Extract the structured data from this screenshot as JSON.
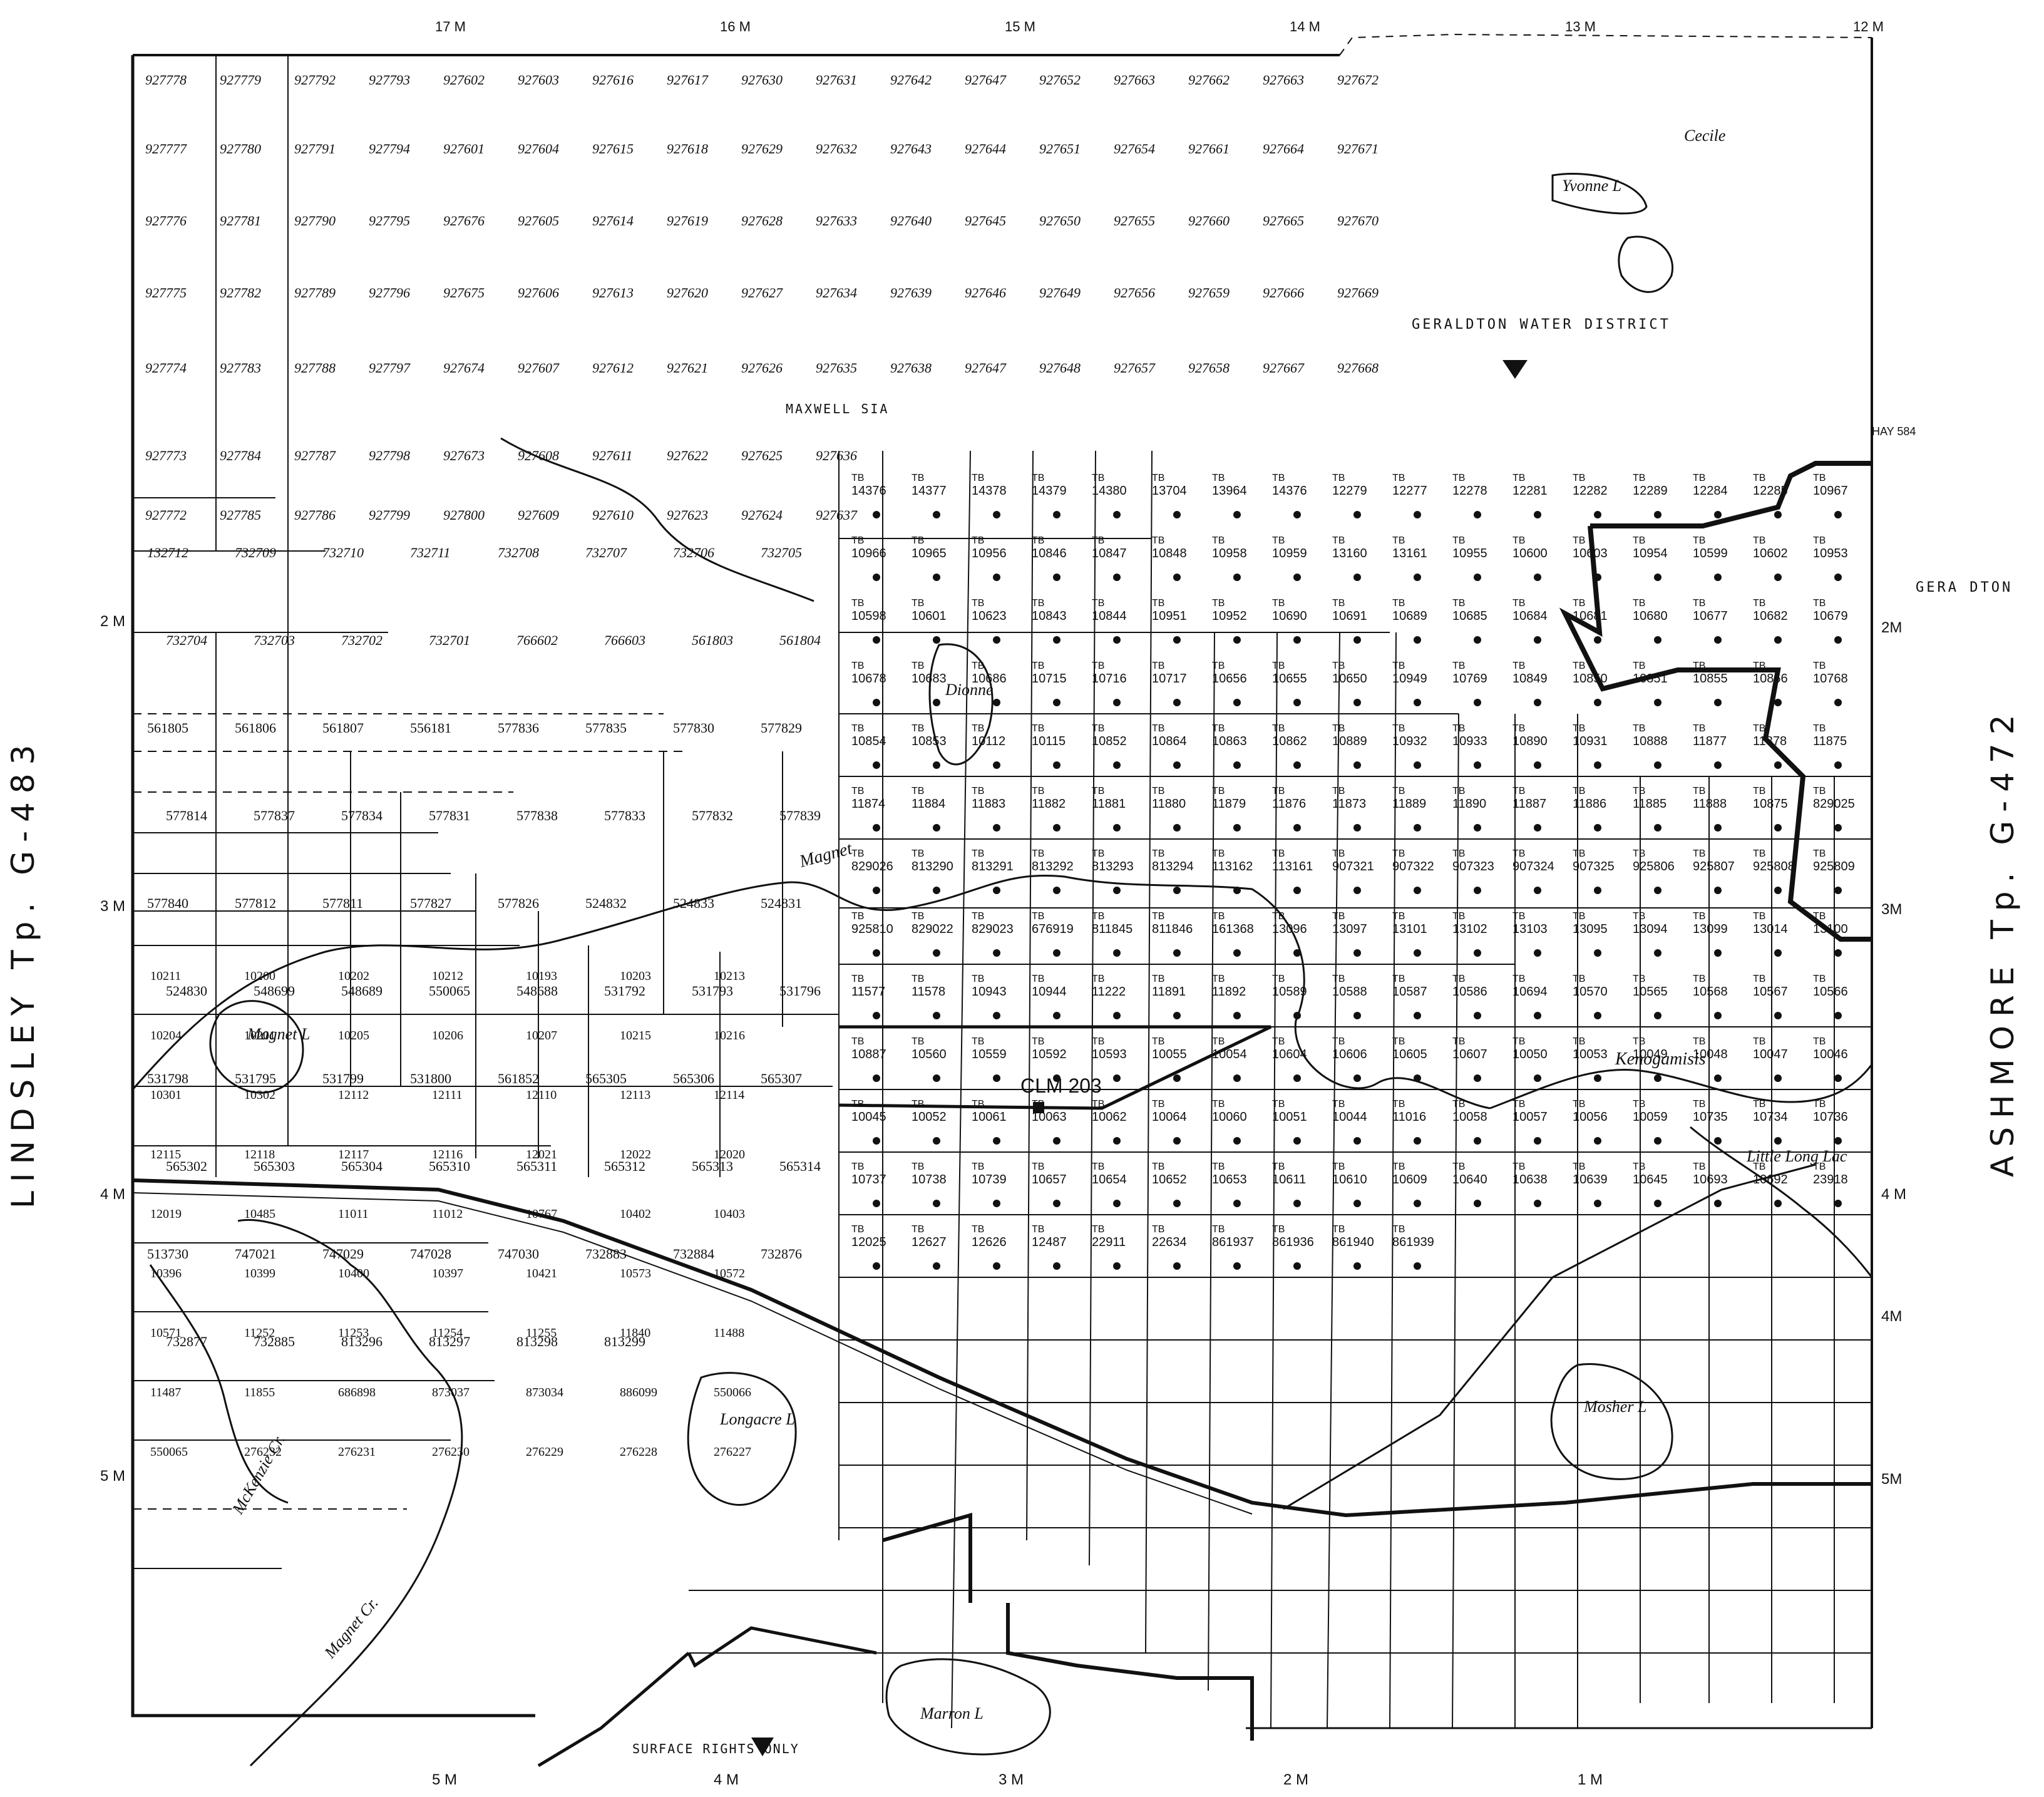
{
  "map": {
    "left_title": "LINDSLEY   Tp.   G-483",
    "right_title": "ASHMORE   Tp.   G-472",
    "water_district": "GERALDTON  WATER  DISTRICT",
    "geraldton_edge": "GERA DTON",
    "hay_label": "HAY 584",
    "surface_rights_label": "SURFACE  RIGHTS  ONLY",
    "clm_label": "CLM 203",
    "maxwell_label": "MAXWELL  SIA",
    "magnet_creek": "Magnet  Cr.",
    "mckenzie_creek": "McKenzie  Cr.",
    "magnet_river": "Magnet",
    "kenogamisis": "Kenogamisis",
    "lakes": [
      "Magnet L",
      "Longacre L",
      "Marron L",
      "Mosher L",
      "Yvonne L",
      "Cecile",
      "Dionne",
      "Little Long Lac"
    ],
    "scale_top": [
      "17 M",
      "16 M",
      "15 M",
      "14 M",
      "13 M",
      "12 M"
    ],
    "scale_bottom": [
      "5 M",
      "4 M",
      "3 M",
      "2 M",
      "1 M"
    ],
    "scale_left": [
      "2 M",
      "3 M",
      "4 M",
      "5 M"
    ],
    "scale_right": [
      "2M",
      "3M",
      "4 M",
      "4M",
      "5M"
    ],
    "grid_rows": [
      [
        "927778",
        "927779",
        "927792",
        "927793",
        "927602",
        "927603",
        "927616",
        "927617",
        "927630",
        "927631",
        "927642",
        "927647",
        "927652",
        "927663",
        "927662",
        "927663",
        "927672"
      ],
      [
        "927777",
        "927780",
        "927791",
        "927794",
        "927601",
        "927604",
        "927615",
        "927618",
        "927629",
        "927632",
        "927643",
        "927644",
        "927651",
        "927654",
        "927661",
        "927664",
        "927671"
      ],
      [
        "927776",
        "927781",
        "927790",
        "927795",
        "927676",
        "927605",
        "927614",
        "927619",
        "927628",
        "927633",
        "927640",
        "927645",
        "927650",
        "927655",
        "927660",
        "927665",
        "927670"
      ],
      [
        "927775",
        "927782",
        "927789",
        "927796",
        "927675",
        "927606",
        "927613",
        "927620",
        "927627",
        "927634",
        "927639",
        "927646",
        "927649",
        "927656",
        "927659",
        "927666",
        "927669"
      ],
      [
        "927774",
        "927783",
        "927788",
        "927797",
        "927674",
        "927607",
        "927612",
        "927621",
        "927626",
        "927635",
        "927638",
        "927647",
        "927648",
        "927657",
        "927658",
        "927667",
        "927668"
      ],
      [
        "927773",
        "927784",
        "927787",
        "927798",
        "927673",
        "927608",
        "927611",
        "927622",
        "927625",
        "927636"
      ],
      [
        "927772",
        "927785",
        "927786",
        "927799",
        "927800",
        "927609",
        "927610",
        "927623",
        "927624",
        "927637"
      ]
    ],
    "west_claims": [
      "132712",
      "732709",
      "732710",
      "732711",
      "732708",
      "732707",
      "732706",
      "732705",
      "732704",
      "732703",
      "732702",
      "732701",
      "766602",
      "766603",
      "561803",
      "561804",
      "561805",
      "561806",
      "561807",
      "556181",
      "577836",
      "577835",
      "577830",
      "577829",
      "577814",
      "577837",
      "577834",
      "577831",
      "577838",
      "577833",
      "577832",
      "577839",
      "577840",
      "577812",
      "577811",
      "577827",
      "577826",
      "524832",
      "524833",
      "524831",
      "524830",
      "548699",
      "548689",
      "550065",
      "548688",
      "531792",
      "531793",
      "531796",
      "531798",
      "531795",
      "531799",
      "531800",
      "561852",
      "565305",
      "565306",
      "565307",
      "565302",
      "565303",
      "565304",
      "565310",
      "565311",
      "565312",
      "565313",
      "565314",
      "513730",
      "747021",
      "747029",
      "747028",
      "747030",
      "732883",
      "732884",
      "732876",
      "732877",
      "732885",
      "813296",
      "813297",
      "813298",
      "813299"
    ],
    "center_claims": [
      "14376",
      "14377",
      "14378",
      "14379",
      "14380",
      "13704",
      "13964",
      "14376",
      "12279",
      "12277",
      "12278",
      "12281",
      "12282",
      "12289",
      "12284",
      "12285",
      "10967",
      "10966",
      "10965",
      "10956",
      "10846",
      "10847",
      "10848",
      "10958",
      "10959",
      "13160",
      "13161",
      "10955",
      "10600",
      "10603",
      "10954",
      "10599",
      "10602",
      "10953",
      "10598",
      "10601",
      "10623",
      "10843",
      "10844",
      "10951",
      "10952",
      "10690",
      "10691",
      "10689",
      "10685",
      "10684",
      "10681",
      "10680",
      "10677",
      "10682",
      "10679",
      "10678",
      "10683",
      "10686",
      "10715",
      "10716",
      "10717",
      "10656",
      "10655",
      "10650",
      "10949",
      "10769",
      "10849",
      "10850",
      "10851",
      "10855",
      "10856",
      "10768",
      "10854",
      "10853",
      "10112",
      "10115",
      "10852",
      "10864",
      "10863",
      "10862",
      "10889",
      "10932",
      "10933",
      "10890",
      "10931",
      "10888",
      "11877",
      "11878",
      "11875",
      "11874",
      "11884",
      "11883",
      "11882",
      "11881",
      "11880",
      "11879",
      "11876",
      "11873",
      "11889",
      "11890",
      "11887",
      "11886",
      "11885",
      "11888",
      "10875",
      "829025",
      "829026",
      "813290",
      "813291",
      "813292",
      "813293",
      "813294",
      "113162",
      "113161",
      "907321",
      "907322",
      "907323",
      "907324",
      "907325",
      "925806",
      "925807",
      "925808",
      "925809",
      "925810",
      "829022",
      "829023",
      "676919",
      "811845",
      "811846",
      "161368",
      "13096",
      "13097",
      "13101",
      "13102",
      "13103",
      "13095",
      "13094",
      "13099",
      "13014",
      "13100",
      "11577",
      "11578",
      "10943",
      "10944",
      "11222",
      "11891",
      "11892",
      "10589",
      "10588",
      "10587",
      "10586",
      "10694",
      "10570",
      "10565",
      "10568",
      "10567",
      "10566",
      "10887",
      "10560",
      "10559",
      "10592",
      "10593",
      "10055",
      "10054",
      "10604",
      "10606",
      "10605",
      "10607",
      "10050",
      "10053",
      "10049",
      "10048",
      "10047",
      "10046",
      "10045",
      "10052",
      "10061",
      "10063",
      "10062",
      "10064",
      "10060",
      "10051",
      "10044",
      "11016",
      "10058",
      "10057",
      "10056",
      "10059",
      "10735",
      "10734",
      "10736",
      "10737",
      "10738",
      "10739",
      "10657",
      "10654",
      "10652",
      "10653",
      "10611",
      "10610",
      "10609",
      "10640",
      "10638",
      "10639",
      "10645",
      "10693",
      "10692",
      "23918",
      "12025",
      "12627",
      "12626",
      "12487",
      "22911",
      "22634",
      "861937",
      "861936",
      "861940",
      "861939"
    ],
    "west_low_claims": [
      "10211",
      "10200",
      "10202",
      "10212",
      "10193",
      "10203",
      "10213",
      "10204",
      "10201",
      "10205",
      "10206",
      "10207",
      "10215",
      "10216",
      "10301",
      "10302",
      "12112",
      "12111",
      "12110",
      "12113",
      "12114",
      "12115",
      "12118",
      "12117",
      "12116",
      "12021",
      "12022",
      "12020",
      "12019",
      "10485",
      "11011",
      "11012",
      "10767",
      "10402",
      "10403",
      "10396",
      "10399",
      "10400",
      "10397",
      "10421",
      "10573",
      "10572",
      "10571",
      "11252",
      "11253",
      "11254",
      "11255",
      "11840",
      "11488",
      "11487",
      "11855",
      "686898",
      "873037",
      "873034",
      "886099",
      "550066",
      "550065",
      "276232",
      "276231",
      "276230",
      "276229",
      "276228",
      "276227"
    ]
  }
}
